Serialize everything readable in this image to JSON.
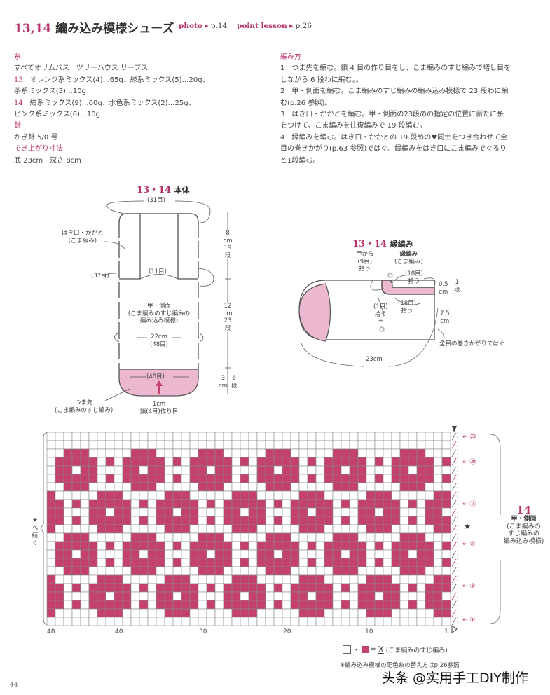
{
  "header": {
    "number": "13,14",
    "title": "編み込み模様シューズ",
    "photo_label": "photo",
    "photo_page": "p.14",
    "lesson_label": "point lesson",
    "lesson_page": "p.26"
  },
  "materials": {
    "yarn_heading": "糸",
    "yarn_brand": "すべてオリムパス　ツリーハウス リーブス",
    "yarn_13_no": "13",
    "yarn_13_a": "オレンジ系ミックス(4)…65g、緑系ミックス(5)…20g、",
    "yarn_13_b": "茶系ミックス(3)…10g",
    "yarn_14_no": "14",
    "yarn_14_a": "紺系ミックス(9)…60g、水色系ミックス(2)…25g、",
    "yarn_14_b": "ピンク系ミックス(6)…10g",
    "needle_heading": "針",
    "needle": "かぎ針 5/0 号",
    "size_heading": "でき上がり寸法",
    "size": "底 23cm　深さ 8cm"
  },
  "instructions": {
    "heading": "編み方",
    "lines": [
      "1　つま先を編む。鎖 4 目の作り目をし、こま編みのすじ編みで増し目を",
      "しながら 6 段わに編む。。",
      "2　甲・側面を編む。こま編みのすじ編みの編み込み模様で 23 段わに編",
      "む(p.26 参照)。",
      "3　はき口・かかとを編む。甲・側面の23段めの指定の位置に新たに糸",
      "をつけて、こま編みを往復編みで 19 段編む。",
      "4　縁編みを編む。はき口・かかとの 19 段めの♥同士をつき合わせて全",
      "目の巻きかがり(p.63 参照)ではぐ。縁編みをはき口にこま編みでぐるり",
      "と1段編む。"
    ]
  },
  "body_diagram": {
    "title_no": "13・14",
    "title": "本体",
    "top_sts": "(31目)",
    "heel_label_1": "はき口・かかと",
    "heel_label_2": "(こま編み)",
    "sts_37": "(37目)",
    "sts_11": "(11目)",
    "instep_1": "甲・側面",
    "instep_2": "(こま編みのすじ編みの",
    "instep_3": "編み込み模様)",
    "width_cm": "22cm",
    "width_sts": "(48目)",
    "toe_sts": "(48目)",
    "toe_label_1": "つま先",
    "toe_label_2": "(こま編みのすじ編み)",
    "chain_cm": "1cm",
    "chain_label": "鎖(4目)作り目",
    "dim_top_cm": "8",
    "dim_top_unit": "cm",
    "dim_top_rows": "19",
    "dim_mid_cm": "12",
    "dim_mid_unit": "cm",
    "dim_mid_rows": "23",
    "dim_bot_cm": "3",
    "dim_bot_unit": "cm",
    "dim_bot_rows": "6",
    "rows_unit": "段"
  },
  "edge_diagram": {
    "title_no": "13・14",
    "title": "縁編み",
    "from_instep_1": "甲から",
    "from_instep_2": "(9目)",
    "from_instep_3": "拾う",
    "edging_1": "縁編み",
    "edging_2": "(こま編み)",
    "pick18_a": "(18目)",
    "pick18_b": "拾う",
    "height_cm": "0.5",
    "height_unit": "cm",
    "height_rows": "1",
    "height_rows_unit": "段",
    "pick1_a": "(1目)",
    "pick1_b": "拾う",
    "pick1_c": "=",
    "pick18b_a": "(18目)",
    "pick18b_b": "拾う",
    "side_cm": "7.5",
    "side_unit": "cm",
    "seam_note": "全目の巻きかがりではぐ",
    "length": "23cm"
  },
  "chart_data": {
    "type": "table",
    "title": "14 甲・側面",
    "subtitle": "(こま編みのすじ編みの編み込み模様)",
    "columns": 48,
    "rows": 23,
    "x_ticks": [
      "48",
      "40",
      "30",
      "20",
      "10",
      "1"
    ],
    "row_markers": [
      "①",
      "⑤",
      "⑩",
      "⑮",
      "⑳",
      "㉓"
    ],
    "row_marker_values": [
      1,
      5,
      10,
      15,
      20,
      23
    ],
    "star_label": "★",
    "continue_label": "★へ続く",
    "grid_top_to_bottom": [
      "000000000000000000000000000000000000000000000000",
      "000000000000000000000000000000000000000000000000",
      "001110000011100000111000001110000011100000111000",
      "011111010111110101111101011111010111110101111101",
      "011011000110110001101100011011000110110001101100",
      "011111010111110101111101011111010111110101111101",
      "001110000011100000111000001110000011100000111000",
      "100000111000001110000011100000111000001110000011",
      "110101111101011111010111110101111101011111010111",
      "110001101100011011000110110001101100011011000110",
      "110101111101011111010111110101111101011111010111",
      "100000111000001110000011100000111000001110000011",
      "001110000011100000111000001110000011100000111000",
      "011111010111110101111101011111010111110101111101",
      "011011000110110001101100011011000110110001101100",
      "011111010111110101111101011111010111110101111101",
      "001110000011100000111000001110000011100000111000",
      "100000111000001110000011100000111000001110000011",
      "110101111101011111010111110101111101011111010111",
      "110001101100011011000110110001101100011011000110",
      "110101111101011111010111110101111101011111010111",
      "100000111000001110000011100000111000001110000011",
      "000000000000000000000000000000000000000000000000"
    ],
    "colors": {
      "main": "#ffffff",
      "contrast": "#c4416e"
    },
    "side_label_no": "14",
    "side_label_1": "甲・側面",
    "side_label_2": "(こま編みの",
    "side_label_3": "すじ編みの",
    "side_label_4": "編み込み模様)"
  },
  "legend": {
    "dot": "・",
    "equals": "=",
    "symbol": "X",
    "text": "(こま編みのすじ編み)",
    "note": "※編み込み模様の配色糸の替え方はp.26参照"
  },
  "watermark": "头条 @实用手工DIY制作",
  "page_number": "44",
  "colors": {
    "accent": "#b8336a",
    "pattern_pink": "#c4416e",
    "toe_pink": "#ecb8d0"
  }
}
